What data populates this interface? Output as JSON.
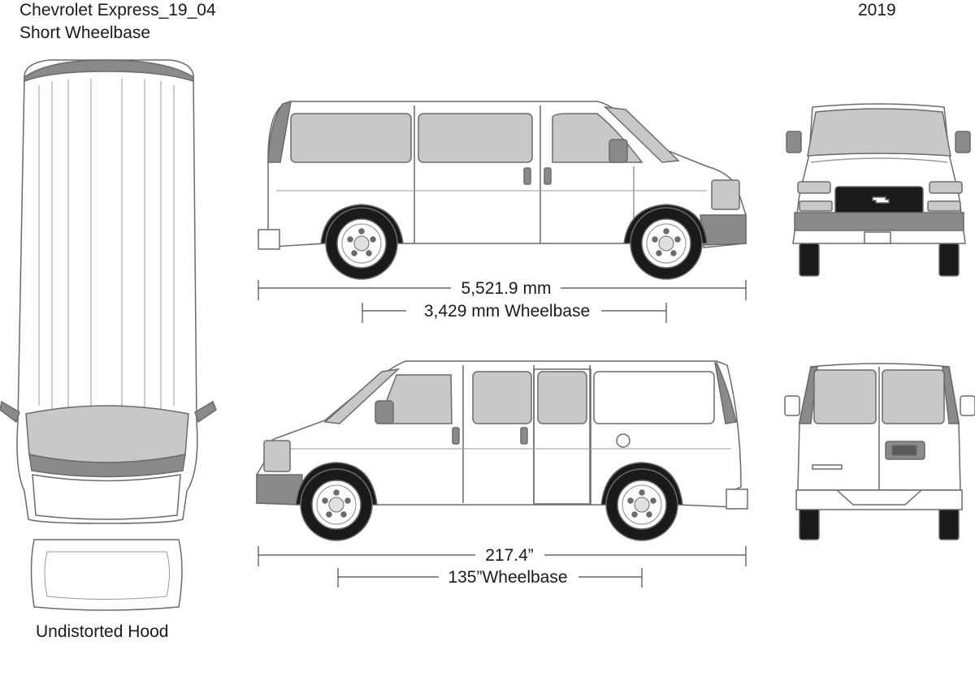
{
  "header": {
    "title": "Chevrolet Express_19_04",
    "subtitle": "Short Wheelbase",
    "year": "2019"
  },
  "dimensions": {
    "metric_length": "5,521.9 mm",
    "metric_wheelbase": "3,429 mm Wheelbase",
    "imperial_length": "217.4”",
    "imperial_wheelbase": "135”Wheelbase"
  },
  "labels": {
    "hood": "Undistorted Hood"
  },
  "colors": {
    "line": "#6b6b6b",
    "glass": "#c8c8c8",
    "dark_trim": "#8a8a8a",
    "tire": "#1a1a1a",
    "body": "#ffffff"
  }
}
